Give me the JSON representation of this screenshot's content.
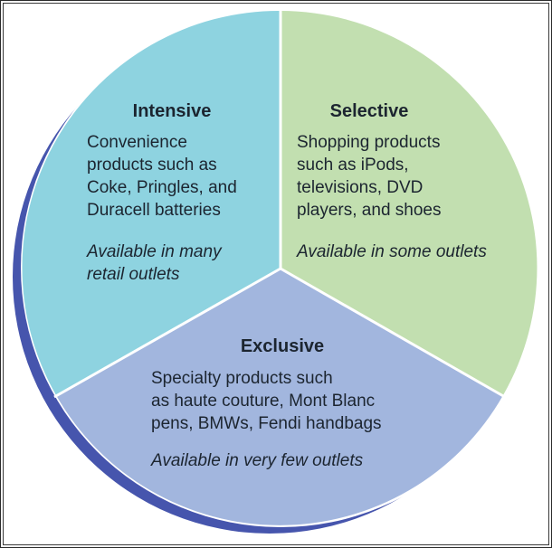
{
  "colors": {
    "intensive": "#8ed3e0",
    "selective": "#c2dfb0",
    "exclusive": "#a2b6de",
    "shadow": "#4655ad",
    "divider": "#ffffff",
    "text": "#1c2530"
  },
  "segments": [
    {
      "id": "intensive",
      "title": "Intensive",
      "description": "Convenience\nproducts such as\nCoke, Pringles, and\nDuracell batteries",
      "availability": "Available in many\nretail outlets"
    },
    {
      "id": "selective",
      "title": "Selective",
      "description": "Shopping products\nsuch as iPods,\ntelevisions, DVD\nplayers, and shoes",
      "availability": "Available in some outlets"
    },
    {
      "id": "exclusive",
      "title": "Exclusive",
      "description": "Specialty products such\nas haute couture, Mont Blanc\npens, BMWs, Fendi handbags",
      "availability": "Available in very few outlets"
    }
  ]
}
